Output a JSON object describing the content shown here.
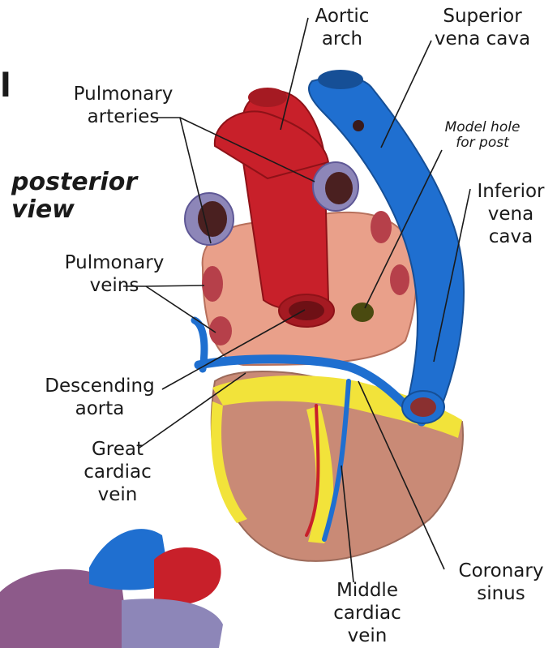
{
  "figure": {
    "view_title": "posterior\n view",
    "edge_mark": "l"
  },
  "labels": {
    "aortic_arch": "Aortic\narch",
    "superior_vena_cava": "Superior\nvena cava",
    "pulmonary_arteries": "Pulmonary\narteries",
    "model_hole": "Model hole\nfor post",
    "inferior_vena_cava": "Inferior\nvena\ncava",
    "pulmonary_veins": "Pulmonary\nveins",
    "descending_aorta": "Descending\naorta",
    "great_cardiac_vein": "Great\ncardiac\nvein",
    "coronary_sinus": "Coronary\nsinus",
    "middle_cardiac_vein": "Middle\ncardiac\nvein"
  },
  "colors": {
    "artery_red": "#c8202a",
    "vein_blue": "#1f6fd0",
    "atrium_pink": "#e9a08a",
    "ventricle_brown": "#c98a76",
    "fat_yellow": "#f2e33a",
    "pulmonary_purple": "#8d86b8"
  }
}
